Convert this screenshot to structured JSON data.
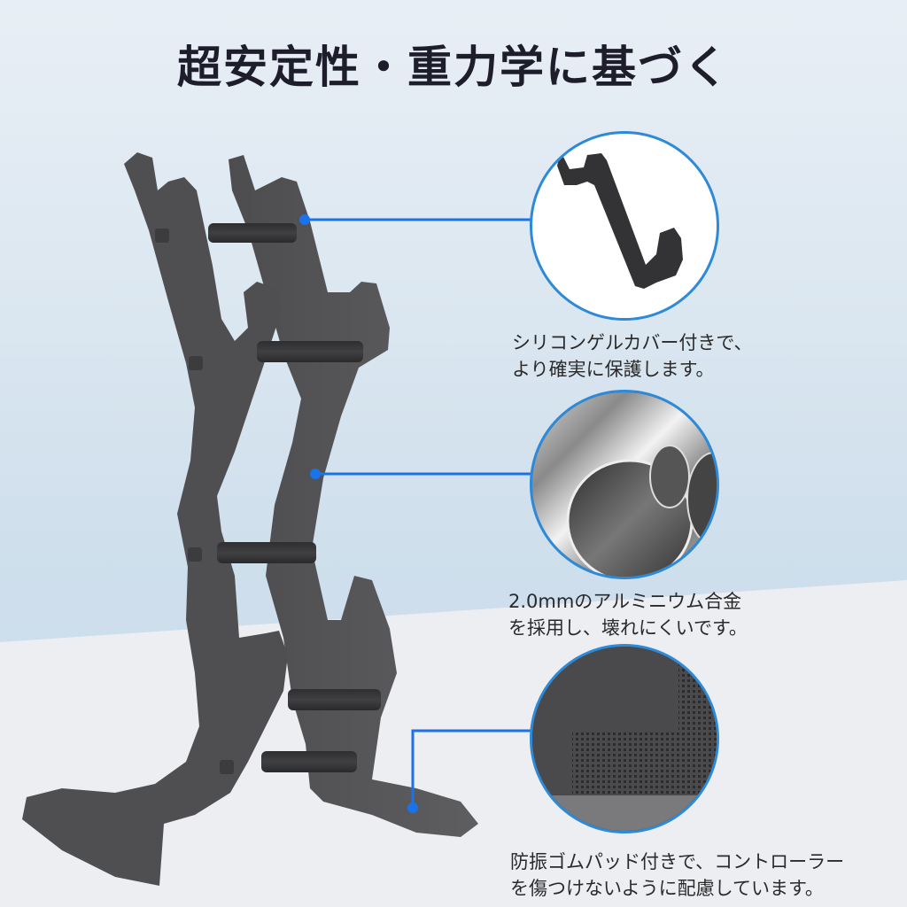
{
  "title": "超安定性・重力学に基づく",
  "accent_color": "#1a73e8",
  "background": {
    "top": "#e8eef5",
    "band": "#cfdfec",
    "floor": "#eceef2"
  },
  "product": {
    "name": "controller-stand",
    "color": "#555557"
  },
  "callouts": [
    {
      "id": "silicone-cover",
      "image": "hook-detail",
      "lines": [
        "シリコンゲルカバー付きで、",
        "より確実に保護します。"
      ]
    },
    {
      "id": "aluminum-alloy",
      "image": "aluminum-tubes",
      "lines": [
        "2.0mmのアルミニウム合金",
        "を採用し、壊れにくいです。"
      ]
    },
    {
      "id": "rubber-pad",
      "image": "anti-slip-pad-texture",
      "lines": [
        "防振ゴムパッド付きで、コントローラー",
        "を傷つけないように配慮しています。"
      ]
    }
  ]
}
